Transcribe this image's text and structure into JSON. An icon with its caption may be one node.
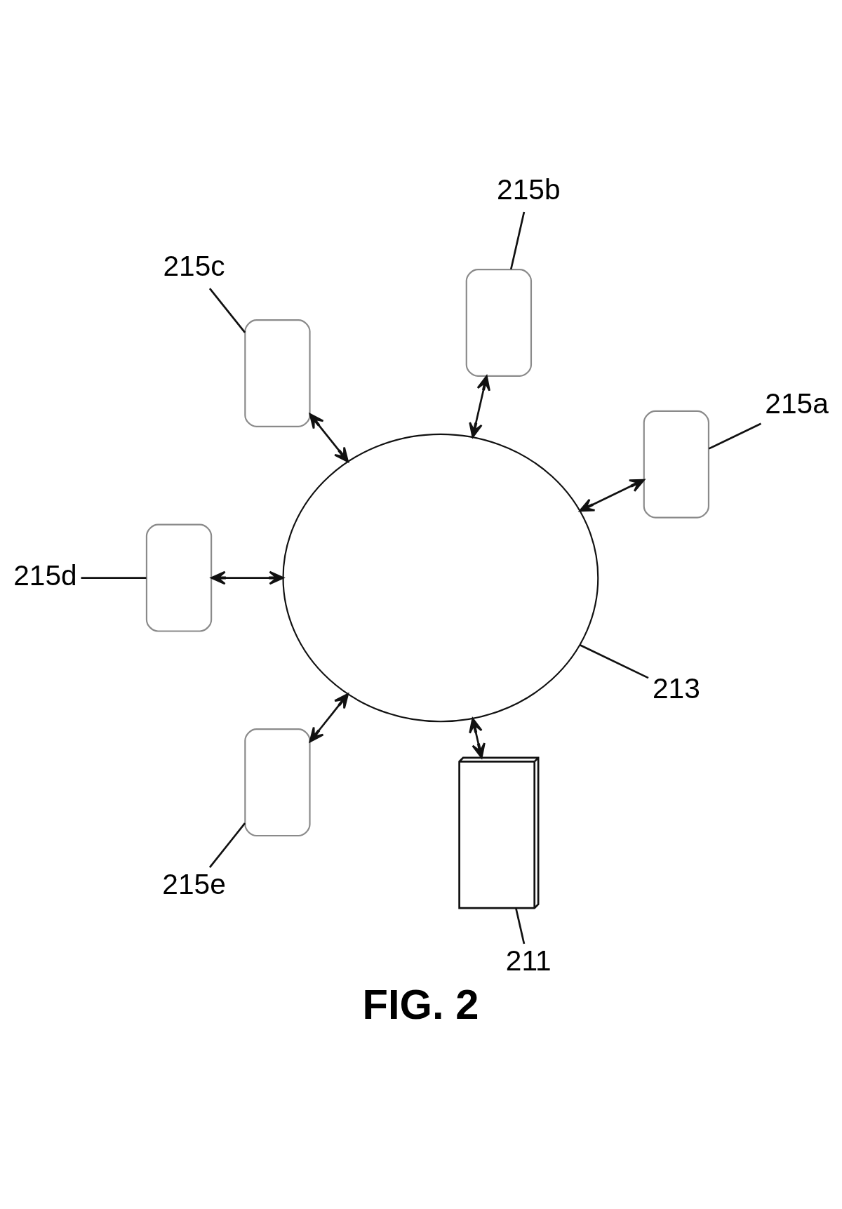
{
  "diagram": {
    "caption": "FIG. 2",
    "nodes": [
      {
        "text": [],
        "shape": "server"
      },
      {
        "text": [
          "211"
        ]
      },
      {
        "text": [],
        "shape": "cloud"
      },
      {
        "text": [
          "213"
        ]
      },
      {
        "text": [],
        "shape": "phone"
      },
      {
        "text": [
          "215a"
        ]
      },
      {
        "text": [],
        "shape": "phone"
      },
      {
        "text": [
          "215b"
        ]
      },
      {
        "text": [],
        "shape": "phone"
      },
      {
        "text": [
          "215c"
        ]
      },
      {
        "text": [],
        "shape": "phone"
      },
      {
        "text": [
          "215d"
        ]
      },
      {
        "text": [],
        "shape": "phone"
      },
      {
        "text": [
          "215e"
        ]
      }
    ],
    "edges": [
      {
        "from": 1,
        "to": 0,
        "arrow": "none"
      },
      {
        "from": 3,
        "to": 2,
        "arrow": "none"
      },
      {
        "from": 5,
        "to": 4,
        "arrow": "none"
      },
      {
        "from": 7,
        "to": 6,
        "arrow": "none"
      },
      {
        "from": 9,
        "to": 8,
        "arrow": "none"
      },
      {
        "from": 11,
        "to": 10,
        "arrow": "none"
      },
      {
        "from": 13,
        "to": 12,
        "arrow": "none"
      },
      {
        "from": 0,
        "to": 2,
        "arrow": "both"
      },
      {
        "from": 2,
        "to": 4,
        "arrow": "both"
      },
      {
        "from": 2,
        "to": 6,
        "arrow": "both"
      },
      {
        "from": 2,
        "to": 8,
        "arrow": "both"
      },
      {
        "from": 2,
        "to": 10,
        "arrow": "both"
      },
      {
        "from": 2,
        "to": 12,
        "arrow": "both"
      }
    ]
  }
}
